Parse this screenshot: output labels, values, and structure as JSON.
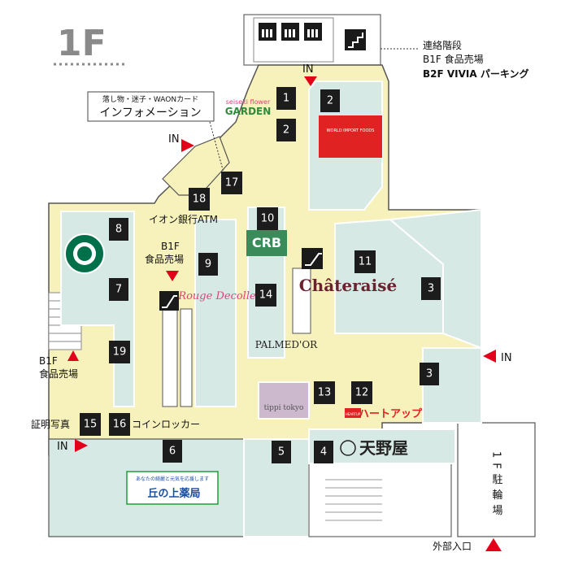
{
  "floor": "1F",
  "stores": [
    {
      "id": "1"
    },
    {
      "id": "2"
    },
    {
      "id": "2b",
      "label": "2"
    },
    {
      "id": "3a",
      "label": "3"
    },
    {
      "id": "3b",
      "label": "3"
    },
    {
      "id": "4"
    },
    {
      "id": "5"
    },
    {
      "id": "6"
    },
    {
      "id": "7"
    },
    {
      "id": "8"
    },
    {
      "id": "9"
    },
    {
      "id": "10"
    },
    {
      "id": "11"
    },
    {
      "id": "12"
    },
    {
      "id": "13"
    },
    {
      "id": "14"
    },
    {
      "id": "15"
    },
    {
      "id": "16"
    },
    {
      "id": "17"
    },
    {
      "id": "18"
    },
    {
      "id": "19"
    }
  ],
  "labels": {
    "info_top": "落し物・迷子・WAONカード",
    "info_main": "インフォメーション",
    "stairs_line1": "連絡階段",
    "stairs_line2": "B1F 食品売場",
    "stairs_line3": "B2F  VIVIA パーキング",
    "aeon_atm": "イオン銀行ATM",
    "b1_center_1": "B1F",
    "b1_center_2": "食品売場",
    "b1_left_1": "B1F",
    "b1_left_2": "食品売場",
    "photo": "証明写真",
    "locker": "コインロッカー",
    "parking": "1F駐輪場",
    "exit": "外部入口",
    "in": "IN"
  },
  "brands": {
    "garden_top": "seiseki flower",
    "garden_main": "GARDEN",
    "crb": "CRB",
    "chateraise": "Châteraisé",
    "rouge": "Rouge Decolle",
    "palmedor": "PALMED'OR",
    "tippi": "tippi tokyo",
    "heartup": "ハートアップ",
    "heartup_badge": "HEARTUP",
    "amanoya": "天野屋",
    "oka_top": "あなたの綺麗と元気を応援します",
    "oka_main": "丘の上薬局",
    "world_import": "WORLD IMPORT FOODS"
  },
  "colors": {
    "corridor": "#f7f1bb",
    "store": "#d7e9e4",
    "store_line": "#ffffff",
    "outline": "#555555",
    "badge": "#1c1c1c",
    "arrow": "#e3001b",
    "kaldi": "#e02222",
    "starbucks": "#00704a",
    "crb": "#3a8b5a",
    "chateraise": "#6b2230",
    "tippi": "#cdb9cd",
    "rouge": "#e23f7c"
  },
  "icons": [
    "escalator-icon",
    "elevator-icon",
    "stairs-icon"
  ]
}
